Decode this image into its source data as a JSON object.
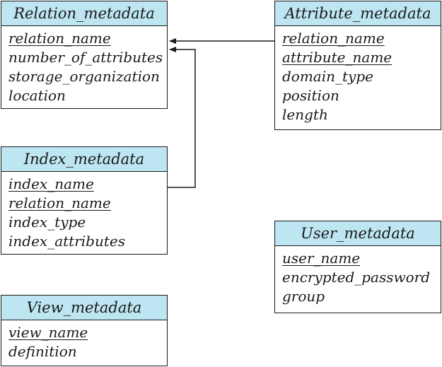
{
  "tables": {
    "relation": {
      "name": "Relation_metadata",
      "attributes": [
        {
          "label": "relation_name",
          "pk": true
        },
        {
          "label": "number_of_attributes",
          "pk": false
        },
        {
          "label": "storage_organization",
          "pk": false
        },
        {
          "label": "location",
          "pk": false
        }
      ]
    },
    "attribute": {
      "name": "Attribute_metadata",
      "attributes": [
        {
          "label": "relation_name",
          "pk": true
        },
        {
          "label": "attribute_name",
          "pk": true
        },
        {
          "label": "domain_type",
          "pk": false
        },
        {
          "label": "position",
          "pk": false
        },
        {
          "label": "length",
          "pk": false
        }
      ]
    },
    "index": {
      "name": "Index_metadata",
      "attributes": [
        {
          "label": "index_name",
          "pk": true
        },
        {
          "label": "relation_name",
          "pk": true
        },
        {
          "label": "index_type",
          "pk": false
        },
        {
          "label": "index_attributes",
          "pk": false
        }
      ]
    },
    "user": {
      "name": "User_metadata",
      "attributes": [
        {
          "label": "user_name",
          "pk": true
        },
        {
          "label": "encrypted_password",
          "pk": false
        },
        {
          "label": "group",
          "pk": false
        }
      ]
    },
    "view": {
      "name": "View_metadata",
      "attributes": [
        {
          "label": "view_name",
          "pk": true
        },
        {
          "label": "definition",
          "pk": false
        }
      ]
    }
  },
  "relationships": [
    {
      "from": "Attribute_metadata.relation_name",
      "to": "Relation_metadata"
    },
    {
      "from": "Index_metadata.relation_name",
      "to": "Relation_metadata"
    }
  ],
  "colors": {
    "header_fill": "#bde5f2",
    "line": "#1a1a1a"
  }
}
